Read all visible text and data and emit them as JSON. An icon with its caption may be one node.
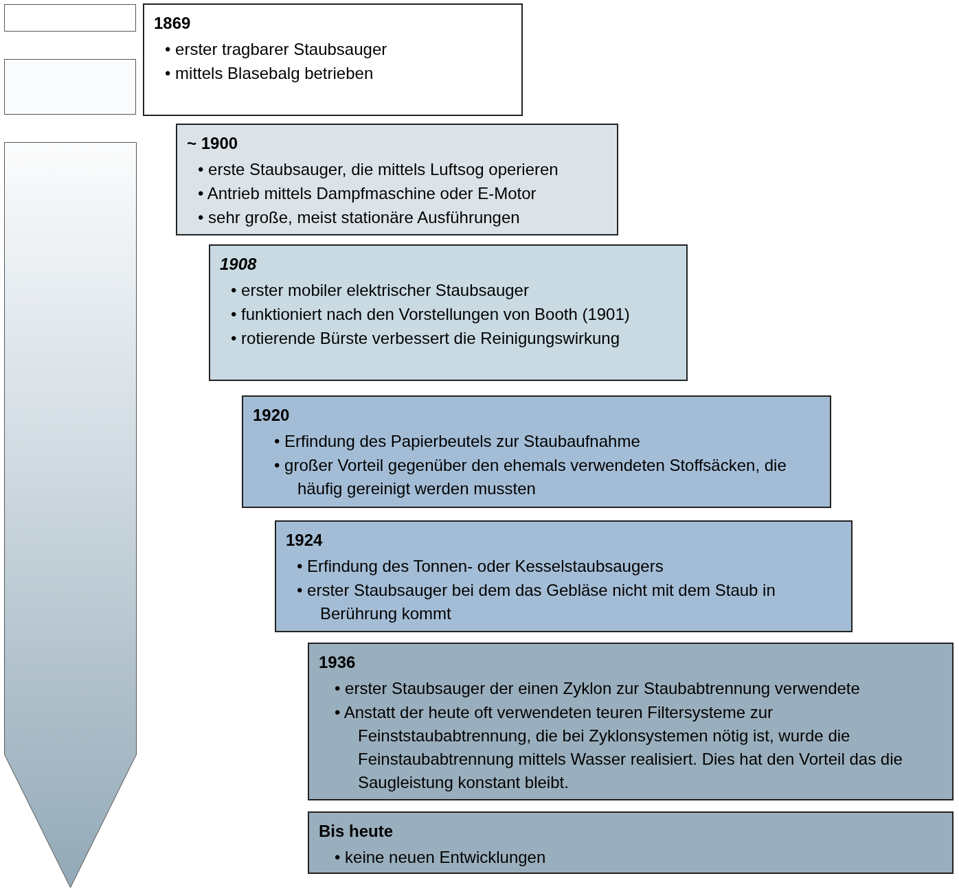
{
  "diagram": {
    "nodes": [
      {
        "text": [],
        "shape": "box"
      },
      {
        "text": [],
        "shape": "box"
      },
      {
        "text": [],
        "shape": "arrow"
      },
      {
        "text": [
          "1869",
          "• erster tragbarer Staubsauger",
          "• mittels Blasebalg betrieben"
        ]
      },
      {
        "text": [
          "~ 1900",
          "• erste Staubsauger, die mittels Luftsog operieren",
          "• Antrieb mittels Dampfmaschine oder E-Motor",
          "• sehr große, meist stationäre Ausführungen"
        ]
      },
      {
        "text": [
          "1908",
          "• erster mobiler elektrischer Staubsauger",
          "• funktioniert nach den Vorstellungen von Booth (1901)",
          "• rotierende Bürste verbessert die Reinigungswirkung"
        ]
      },
      {
        "text": [
          "1920",
          "• Erfindung des Papierbeutels zur Staubaufnahme",
          "• großer Vorteil gegenüber den ehemals verwendeten Stoffsäcken, die häufig gereinigt werden mussten"
        ]
      },
      {
        "text": [
          "1924",
          "• Erfindung des Tonnen- oder Kesselstaubsaugers",
          "• erster Staubsauger bei dem das Gebläse nicht mit dem Staub in Berührung kommt"
        ]
      },
      {
        "text": [
          "1936",
          "• erster Staubsauger der einen Zyklon zur Staubabtrennung verwendete",
          "• Anstatt der heute oft verwendeten teuren Filtersysteme zur Feinststaubabtrennung, die bei Zyklonsystemen nötig ist, wurde die Feinstaubabtrennung mittels Wasser realisiert. Dies hat den Vorteil das die Saugleistung konstant bleibt."
        ]
      },
      {
        "text": [
          "Bis heute",
          "• keine neuen Entwicklungen"
        ]
      }
    ]
  }
}
